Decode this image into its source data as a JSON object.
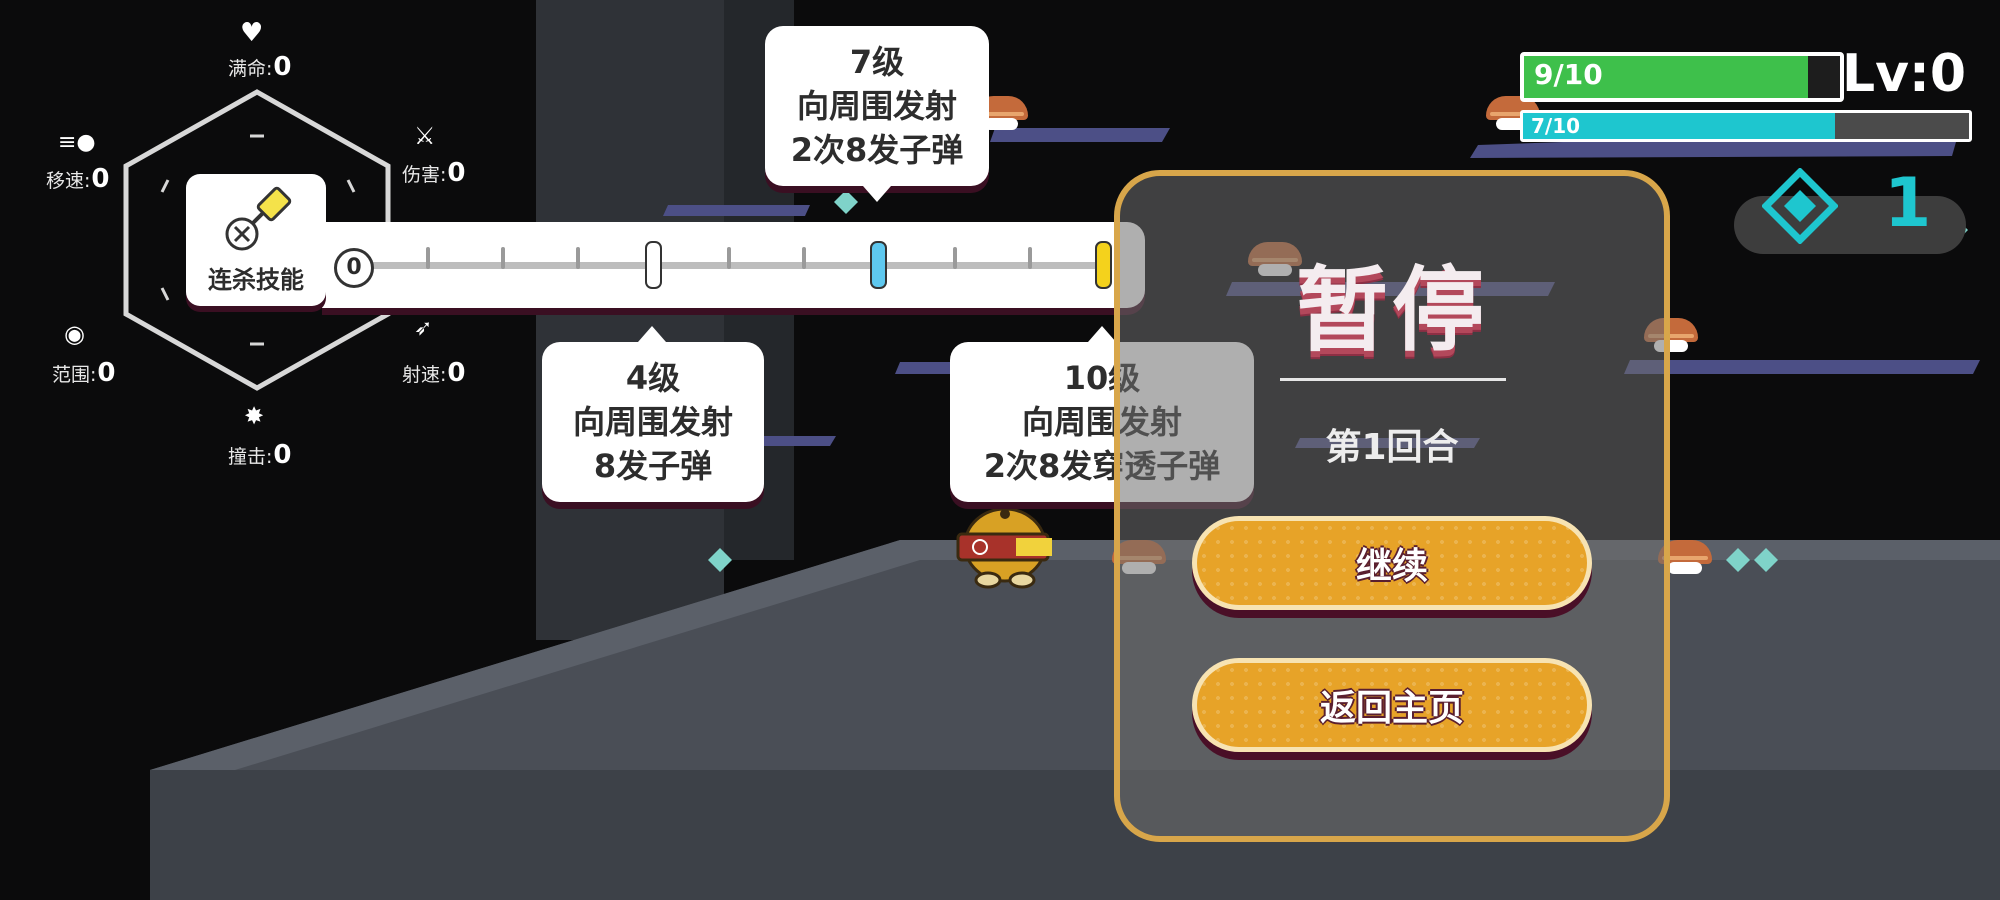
{
  "stats": [
    {
      "key": "hp",
      "label": "满命:",
      "value": "0",
      "icon": "heart-icon"
    },
    {
      "key": "damage",
      "label": "伤害:",
      "value": "0",
      "icon": "sword-icon"
    },
    {
      "key": "fire_rate",
      "label": "射速:",
      "value": "0",
      "icon": "bullets-icon"
    },
    {
      "key": "impact",
      "label": "撞击:",
      "value": "0",
      "icon": "impact-icon"
    },
    {
      "key": "range",
      "label": "范围:",
      "value": "0",
      "icon": "range-icon"
    },
    {
      "key": "speed",
      "label": "移速:",
      "value": "0",
      "icon": "speed-icon"
    }
  ],
  "skill": {
    "name": "连杀技能",
    "icon": "crossbow-icon",
    "start_label": "0",
    "markers": [
      {
        "level": 4,
        "color": "#ffffff"
      },
      {
        "level": 7,
        "color": "#5ec8ef"
      },
      {
        "level": 10,
        "color": "#f4d21c"
      }
    ],
    "max_level": 10,
    "tooltips": [
      {
        "lines": [
          "7级",
          "向周围发射",
          "2次8发子弹"
        ]
      },
      {
        "lines": [
          "4级",
          "向周围发射",
          "8发子弹"
        ]
      },
      {
        "lines": [
          "10级",
          "向周围发射",
          "2次8发穿透子弹"
        ]
      }
    ]
  },
  "hud": {
    "hp_text": "9/10",
    "hp_ratio": 0.9,
    "level_text": "Lv:0",
    "xp_text": "7/10",
    "xp_ratio": 0.7,
    "gem_count": "1",
    "gem_color": "#1ec6cf"
  },
  "pause": {
    "title": "暂停",
    "round": "第1回合",
    "continue_label": "继续",
    "home_label": "返回主页",
    "border_color": "#d8a64a",
    "button_color": "#e7a328"
  }
}
